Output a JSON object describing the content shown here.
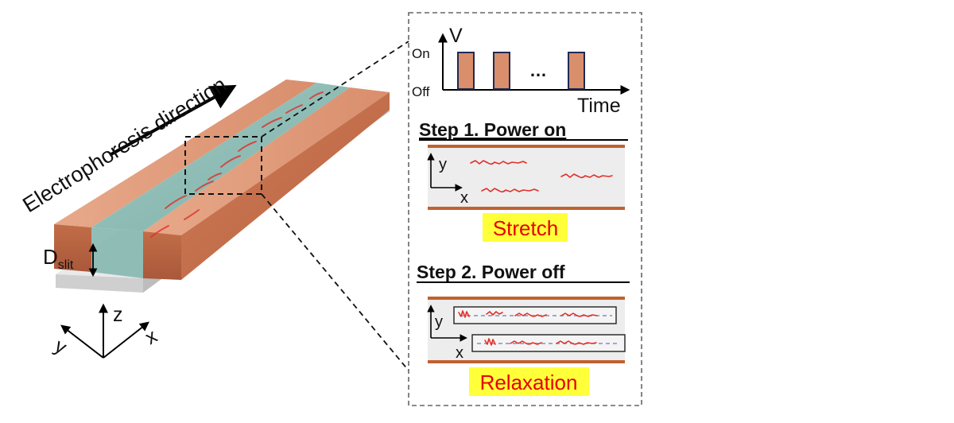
{
  "device": {
    "direction_label": "Electrophoresis direction",
    "slit_label_main": "D",
    "slit_label_sub": "slit",
    "axis_z": "z",
    "axis_y": "y",
    "axis_x": "x"
  },
  "pulse": {
    "y_axis_label": "V",
    "x_axis_label": "Time",
    "level_on": "On",
    "level_off": "Off",
    "ellipsis": "…"
  },
  "step1": {
    "title": "Step 1. Power on",
    "axis_y": "y",
    "axis_x": "x",
    "result": "Stretch"
  },
  "step2": {
    "title": "Step 2. Power off",
    "axis_y": "y",
    "axis_x": "x",
    "result": "Relaxation"
  },
  "colors": {
    "copper": "#d98e6c",
    "channel": "#8fbdb6",
    "dna": "#e0302a",
    "highlight": "#ffff3a",
    "step_word": "#e60000",
    "pulse_fill": "#d98e6c"
  }
}
